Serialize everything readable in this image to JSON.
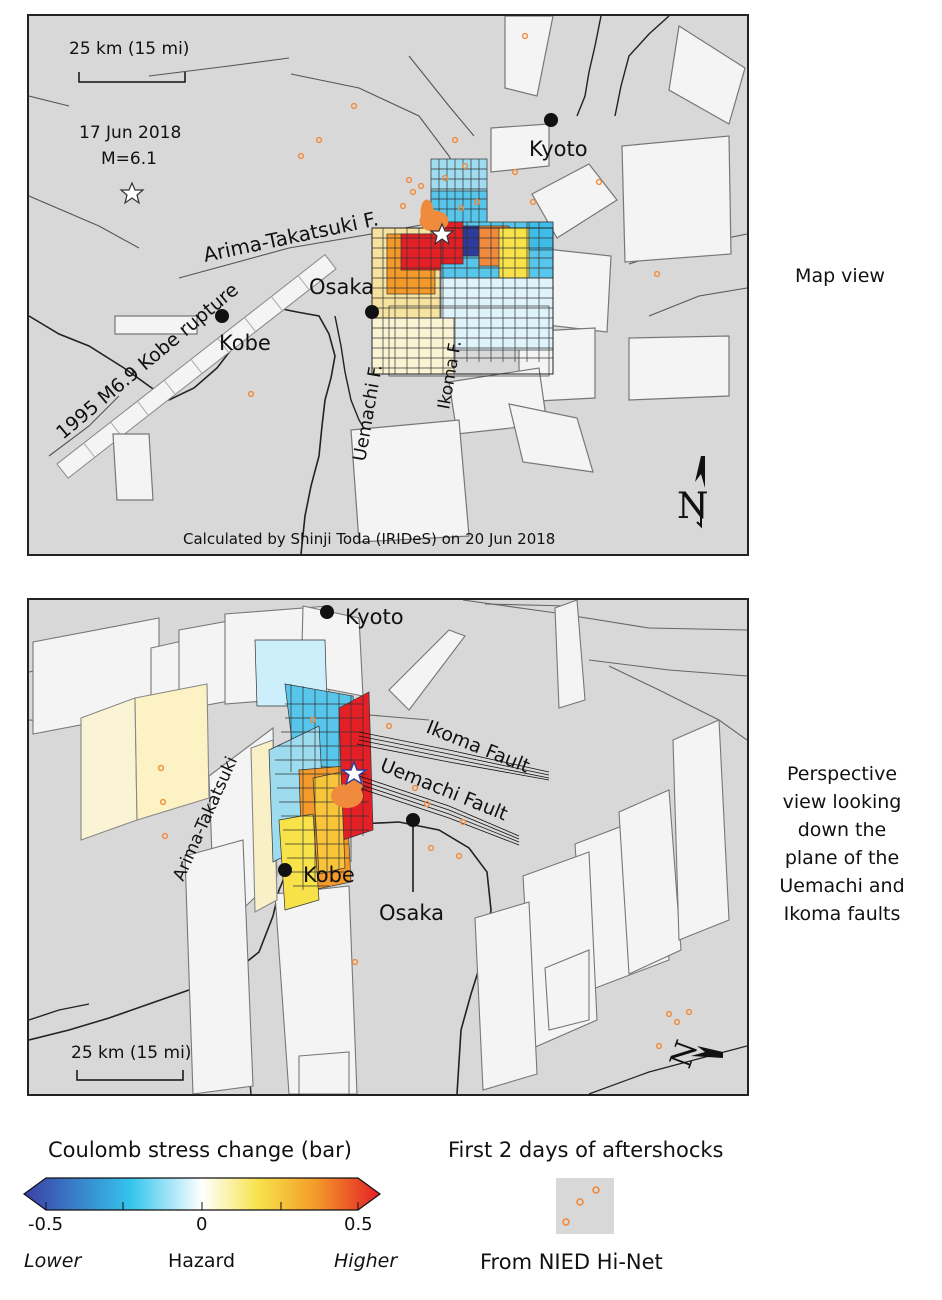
{
  "map_view": {
    "scale_bar_label": "25 km (15 mi)",
    "event_date": "17 Jun 2018",
    "event_magnitude": "M=6.1",
    "cities": {
      "kyoto": "Kyoto",
      "osaka": "Osaka",
      "kobe": "Kobe"
    },
    "faults": {
      "arima": "Arima-Takatsuki F.",
      "kobe_rupture": "1995 M6.9 Kobe rupture",
      "uemachi": "Uemachi F.",
      "ikoma": "Ikoma F."
    },
    "credit": "Calculated by Shinji Toda (IRIDeS) on 20 Jun 2018",
    "north_label": "N"
  },
  "perspective_view": {
    "cities": {
      "kyoto": "Kyoto",
      "osaka": "Osaka",
      "kobe": "Kobe"
    },
    "faults": {
      "ikoma": "Ikoma Fault",
      "uemachi": "Uemachi Fault",
      "arima": "Arima-Takatsuki"
    },
    "scale_bar_label": "25 km (15 mi)",
    "north_label": "N"
  },
  "side_labels": {
    "map_view": "Map view",
    "perspective": [
      "Perspective",
      "view looking",
      "down the",
      "plane of the",
      "Uemachi and",
      "Ikoma faults"
    ]
  },
  "legend": {
    "coulomb_title": "Coulomb stress change (bar)",
    "ticks": [
      "-0.5",
      "0",
      "0.5"
    ],
    "lower": "Lower",
    "hazard": "Hazard",
    "higher": "Higher",
    "scale_min": -0.5,
    "scale_max": 0.5,
    "colors": {
      "low": "#3b3fa6",
      "cyan": "#34c4ec",
      "zero": "#ffffff",
      "yellow": "#f7e24a",
      "orange": "#f39a2a",
      "high": "#e41f26"
    },
    "aftershock_title": "First 2 days of aftershocks",
    "aftershock_source": "From NIED Hi-Net",
    "aftershock_color": "#f08a3c"
  }
}
